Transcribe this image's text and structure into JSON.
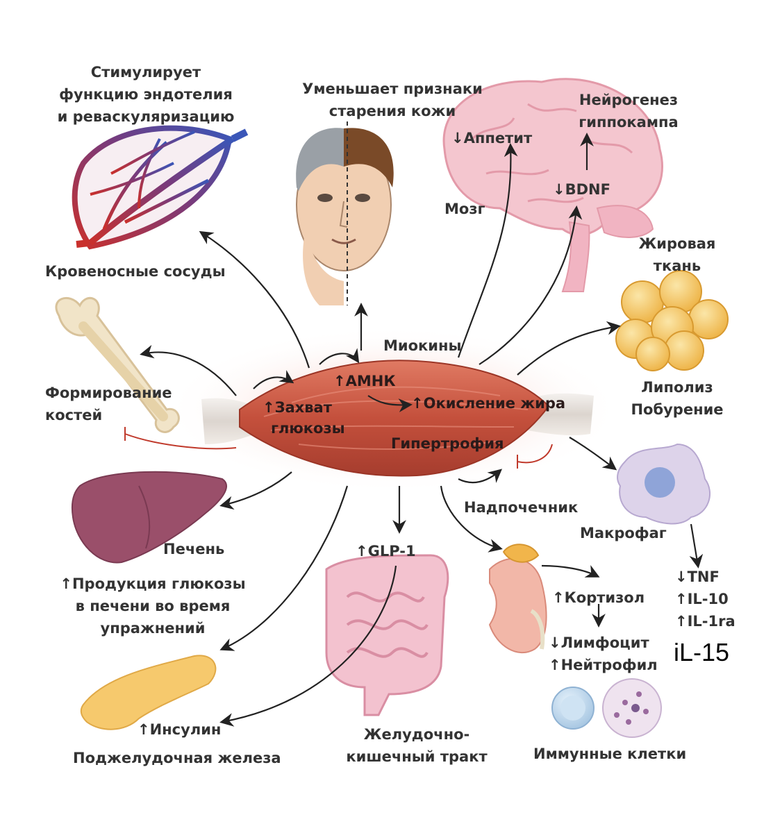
{
  "labels": {
    "vessels_effect": [
      "Стимулирует",
      "функцию эндотелия",
      "и реваскуляризацию"
    ],
    "vessels": "Кровеносные сосуды",
    "skin_effect": [
      "Уменьшает признаки",
      "старения кожи"
    ],
    "appetite": "↓Аппетит",
    "neurogenesis": [
      "Нейрогенез",
      "гиппокампа"
    ],
    "bdnf": "↓BDNF",
    "brain": "Мозг",
    "adipose": [
      "Жировая",
      "ткань"
    ],
    "myokines": "Миокины",
    "bone": [
      "Формирование",
      "костей"
    ],
    "ampk": "↑АМНК",
    "glucose_uptake": [
      "↑Захват",
      "глюкозы"
    ],
    "fat_oxidation": "↑Окисление жира",
    "hypertrophy": "Гипертрофия",
    "lipolysis": [
      "Липолиз",
      "Побурение"
    ],
    "adrenal": "Надпочечник",
    "macrophage": "Макрофаг",
    "liver": "Печень",
    "liver_effect": [
      "↑Продукция глюкозы",
      "в печени во время",
      "упражнений"
    ],
    "glp1": "↑GLP-1",
    "cortisol": "↑Кортизол",
    "cytokines": [
      "↓TNF",
      "↑IL-10",
      "↑IL-1ra"
    ],
    "lymph_neutro": [
      "↓Лимфоцит",
      "↑Нейтрофил"
    ],
    "il15": "iL-15",
    "insulin": "↑Инсулин",
    "pancreas": "Поджелудочная железа",
    "gi": [
      "Желудочно-",
      "кишечный тракт"
    ],
    "immune": "Иммунные клетки"
  },
  "colors": {
    "muscle": "#c9533f",
    "muscle_dark": "#a83a2c",
    "arrow": "#222222",
    "inhibit": "#c0392b",
    "brain": "#f4c6cf",
    "liver": "#9a4f6a",
    "gut": "#f3c2cf",
    "pancreas": "#f6c96d",
    "fat": "#f6d27a",
    "macrophage": "#d9cfe6"
  }
}
